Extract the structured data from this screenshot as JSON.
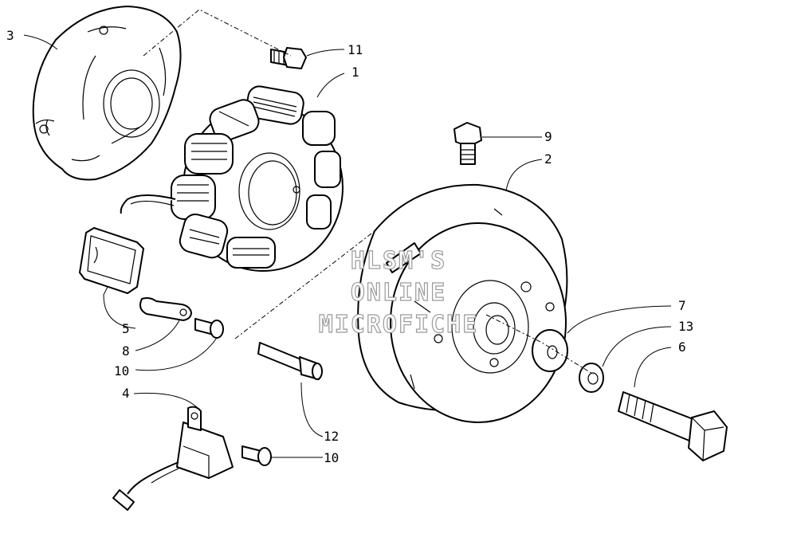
{
  "diagram": {
    "callouts": {
      "c1": "1",
      "c2": "2",
      "c3": "3",
      "c4": "4",
      "c5": "5",
      "c6": "6",
      "c7": "7",
      "c8": "8",
      "c9": "9",
      "c10a": "10",
      "c10b": "10",
      "c11": "11",
      "c12": "12",
      "c13": "13"
    },
    "watermark": {
      "line1": "HLSM'S",
      "line2": "ONLINE",
      "line3": "MICROFICHE"
    }
  }
}
